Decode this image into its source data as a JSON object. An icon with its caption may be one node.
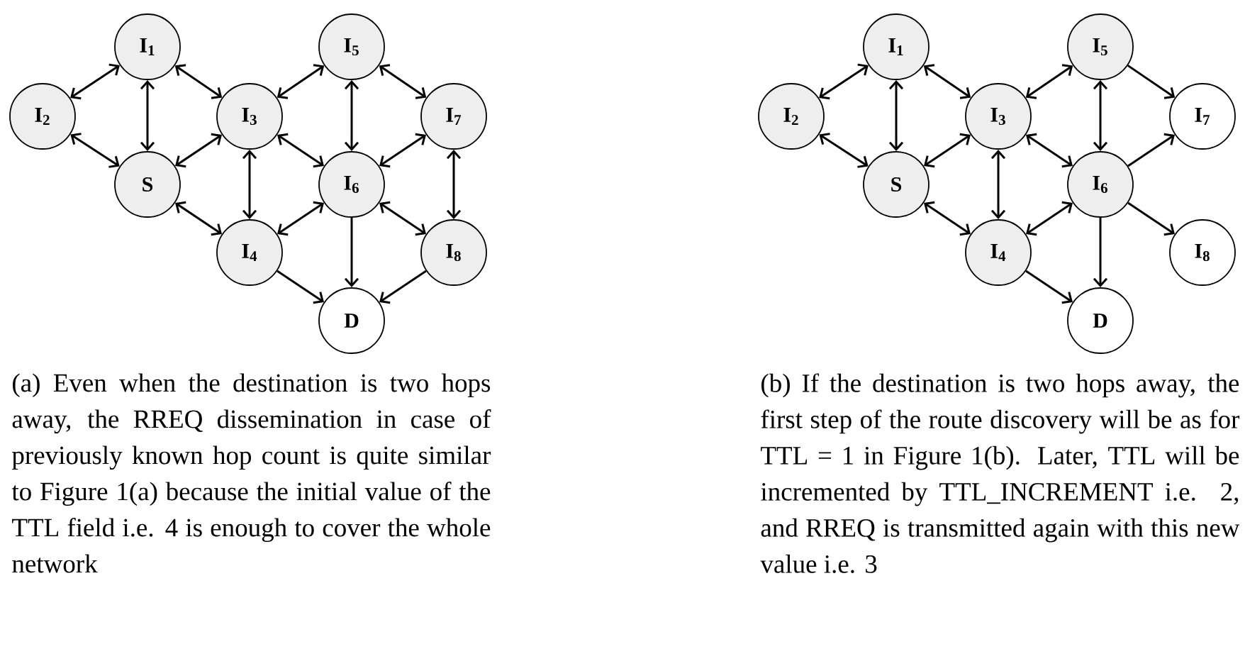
{
  "diagram": {
    "nodes": [
      {
        "text": [
          "I$_{1}$"
        ]
      },
      {
        "text": [
          "I$_{5}$"
        ]
      },
      {
        "text": [
          "I$_{2}$"
        ]
      },
      {
        "text": [
          "I$_{3}$"
        ]
      },
      {
        "text": [
          "I$_{7}$"
        ]
      },
      {
        "text": [
          "S"
        ]
      },
      {
        "text": [
          "I$_{6}$"
        ]
      },
      {
        "text": [
          "I$_{4}$"
        ]
      },
      {
        "text": [
          "I$_{8}$"
        ]
      },
      {
        "text": [
          "D"
        ]
      },
      {
        "text": [
          "I$_{1}$"
        ]
      },
      {
        "text": [
          "I$_{5}$"
        ]
      },
      {
        "text": [
          "I$_{2}$"
        ]
      },
      {
        "text": [
          "I$_{3}$"
        ]
      },
      {
        "text": [
          "I$_{7}$"
        ]
      },
      {
        "text": [
          "S"
        ]
      },
      {
        "text": [
          "I$_{6}$"
        ]
      },
      {
        "text": [
          "I$_{4}$"
        ]
      },
      {
        "text": [
          "I$_{8}$"
        ]
      },
      {
        "text": [
          "D"
        ]
      }
    ],
    "edges": [
      {
        "from": 0,
        "to": 2,
        "arrow": "both"
      },
      {
        "from": 2,
        "to": 5,
        "arrow": "both"
      },
      {
        "from": 0,
        "to": 5,
        "arrow": "both"
      },
      {
        "from": 0,
        "to": 3,
        "arrow": "both"
      },
      {
        "from": 5,
        "to": 3,
        "arrow": "both"
      },
      {
        "from": 5,
        "to": 7,
        "arrow": "both"
      },
      {
        "from": 3,
        "to": 7,
        "arrow": "both"
      },
      {
        "from": 3,
        "to": 1,
        "arrow": "both"
      },
      {
        "from": 3,
        "to": 6,
        "arrow": "both"
      },
      {
        "from": 1,
        "to": 6,
        "arrow": "both"
      },
      {
        "from": 1,
        "to": 4,
        "arrow": "both"
      },
      {
        "from": 4,
        "to": 6,
        "arrow": "both"
      },
      {
        "from": 7,
        "to": 6,
        "arrow": "both"
      },
      {
        "from": 6,
        "to": 8,
        "arrow": "both"
      },
      {
        "from": 4,
        "to": 8,
        "arrow": "both"
      },
      {
        "from": 7,
        "to": 9,
        "arrow": "to"
      },
      {
        "from": 6,
        "to": 9,
        "arrow": "to"
      },
      {
        "from": 8,
        "to": 9,
        "arrow": "to"
      },
      {
        "from": 10,
        "to": 12,
        "arrow": "both"
      },
      {
        "from": 12,
        "to": 15,
        "arrow": "both"
      },
      {
        "from": 10,
        "to": 15,
        "arrow": "both"
      },
      {
        "from": 10,
        "to": 13,
        "arrow": "both"
      },
      {
        "from": 15,
        "to": 13,
        "arrow": "both"
      },
      {
        "from": 15,
        "to": 17,
        "arrow": "both"
      },
      {
        "from": 13,
        "to": 17,
        "arrow": "both"
      },
      {
        "from": 13,
        "to": 11,
        "arrow": "both"
      },
      {
        "from": 13,
        "to": 16,
        "arrow": "both"
      },
      {
        "from": 11,
        "to": 16,
        "arrow": "both"
      },
      {
        "from": 11,
        "to": 14,
        "arrow": "to"
      },
      {
        "from": 16,
        "to": 14,
        "arrow": "to"
      },
      {
        "from": 17,
        "to": 16,
        "arrow": "both"
      },
      {
        "from": 16,
        "to": 18,
        "arrow": "to"
      },
      {
        "from": 17,
        "to": 19,
        "arrow": "to"
      },
      {
        "from": 16,
        "to": 19,
        "arrow": "to"
      }
    ],
    "labels": [
      "(a) Even when the destination is two hops away, the RREQ dissemination in case of previously known hop count is quite similar to Figure 1(a) because the initial value of the TTL field i.e. 4 is enough to cover the whole network",
      "(b) If the destination is two hops away, the first step of the route discovery will be as for TTL = 1 in Figure 1(b). Later, TTL will be incremented by TTL_INCREMENT i.e. 2, and RREQ is transmitted again with this new value i.e. 3"
    ]
  }
}
